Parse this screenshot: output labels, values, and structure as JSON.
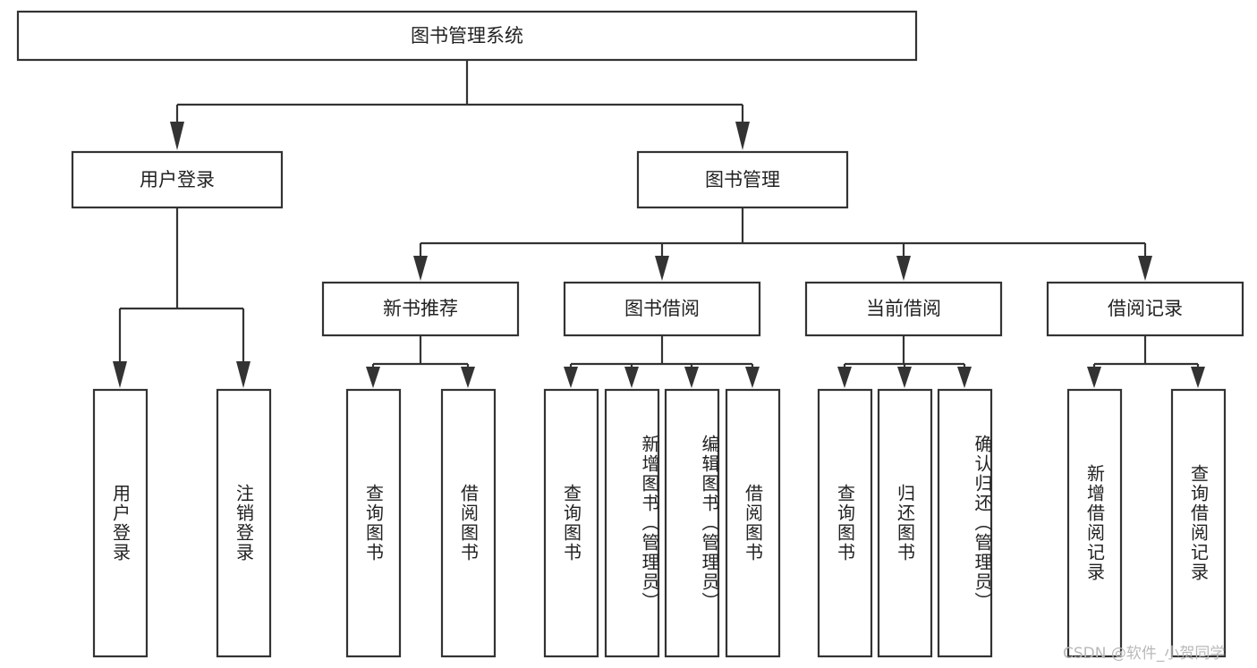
{
  "diagram": {
    "title": "图书管理系统",
    "type": "hierarchy-tree",
    "watermark": "CSDN @软件_小贺同学",
    "colors": {
      "stroke": "#333333",
      "fill": "#ffffff",
      "text": "#222222",
      "watermark": "#b9b9b9"
    },
    "levels": {
      "root": {
        "label": "图书管理系统"
      },
      "level2": [
        {
          "label": "用户登录"
        },
        {
          "label": "图书管理"
        }
      ],
      "level3": [
        {
          "label": "新书推荐"
        },
        {
          "label": "图书借阅"
        },
        {
          "label": "当前借阅"
        },
        {
          "label": "借阅记录"
        }
      ],
      "leaves": [
        {
          "label": "用户登录",
          "parent": "用户登录"
        },
        {
          "label": "注销登录",
          "parent": "用户登录"
        },
        {
          "label": "查询图书",
          "parent": "新书推荐"
        },
        {
          "label": "借阅图书",
          "parent": "新书推荐"
        },
        {
          "label": "查询图书",
          "parent": "图书借阅"
        },
        {
          "label": "新增图书（管理员）",
          "parent": "图书借阅"
        },
        {
          "label": "编辑图书（管理员）",
          "parent": "图书借阅"
        },
        {
          "label": "借阅图书",
          "parent": "图书借阅"
        },
        {
          "label": "查询图书",
          "parent": "当前借阅"
        },
        {
          "label": "归还图书",
          "parent": "当前借阅"
        },
        {
          "label": "确认归还（管理员）",
          "parent": "当前借阅"
        },
        {
          "label": "新增借阅记录",
          "parent": "借阅记录"
        },
        {
          "label": "查询借阅记录",
          "parent": "借阅记录"
        }
      ]
    }
  }
}
